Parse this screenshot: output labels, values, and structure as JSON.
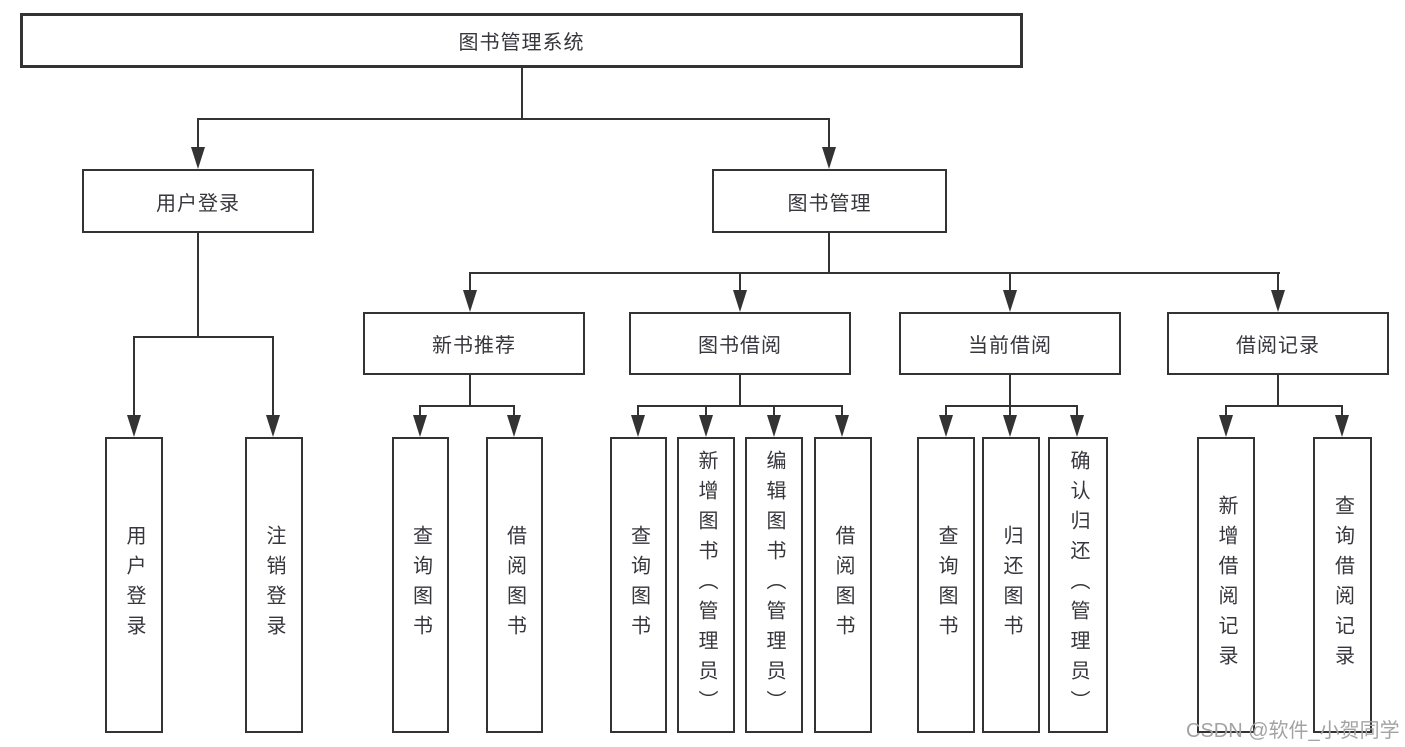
{
  "nodes": {
    "root": {
      "label": "图书管理系统"
    },
    "user_login": {
      "label": "用户登录"
    },
    "book_management": {
      "label": "图书管理"
    },
    "new_book_recommend": {
      "label": "新书推荐"
    },
    "book_borrowing": {
      "label": "图书借阅"
    },
    "current_borrowing": {
      "label": "当前借阅"
    },
    "borrow_records": {
      "label": "借阅记录"
    },
    "leaf_user_login": {
      "label": "用户登录"
    },
    "leaf_logout": {
      "label": "注销登录"
    },
    "leaf_query_books_1": {
      "label": "查询图书"
    },
    "leaf_borrow_books_1": {
      "label": "借阅图书"
    },
    "leaf_query_books_2": {
      "label": "查询图书"
    },
    "leaf_add_book_admin": {
      "label": "新增图书（管理员）"
    },
    "leaf_edit_book_admin": {
      "label": "编辑图书（管理员）"
    },
    "leaf_borrow_books_2": {
      "label": "借阅图书"
    },
    "leaf_query_books_3": {
      "label": "查询图书"
    },
    "leaf_return_book": {
      "label": "归还图书"
    },
    "leaf_confirm_return_admin": {
      "label": "确认归还（管理员）"
    },
    "leaf_add_borrow_record": {
      "label": "新增借阅记录"
    },
    "leaf_query_borrow_record": {
      "label": "查询借阅记录"
    }
  },
  "tree": {
    "图书管理系统": {
      "用户登录": [
        "用户登录",
        "注销登录"
      ],
      "图书管理": {
        "新书推荐": [
          "查询图书",
          "借阅图书"
        ],
        "图书借阅": [
          "查询图书",
          "新增图书（管理员）",
          "编辑图书（管理员）",
          "借阅图书"
        ],
        "当前借阅": [
          "查询图书",
          "归还图书",
          "确认归还（管理员）"
        ],
        "借阅记录": [
          "新增借阅记录",
          "查询借阅记录"
        ]
      }
    }
  },
  "watermark": {
    "text": "CSDN @软件_小贺同学"
  },
  "colors": {
    "background": "#ffffff",
    "line": "#333333",
    "text": "#36363d",
    "watermark": "#a3a3a3"
  }
}
